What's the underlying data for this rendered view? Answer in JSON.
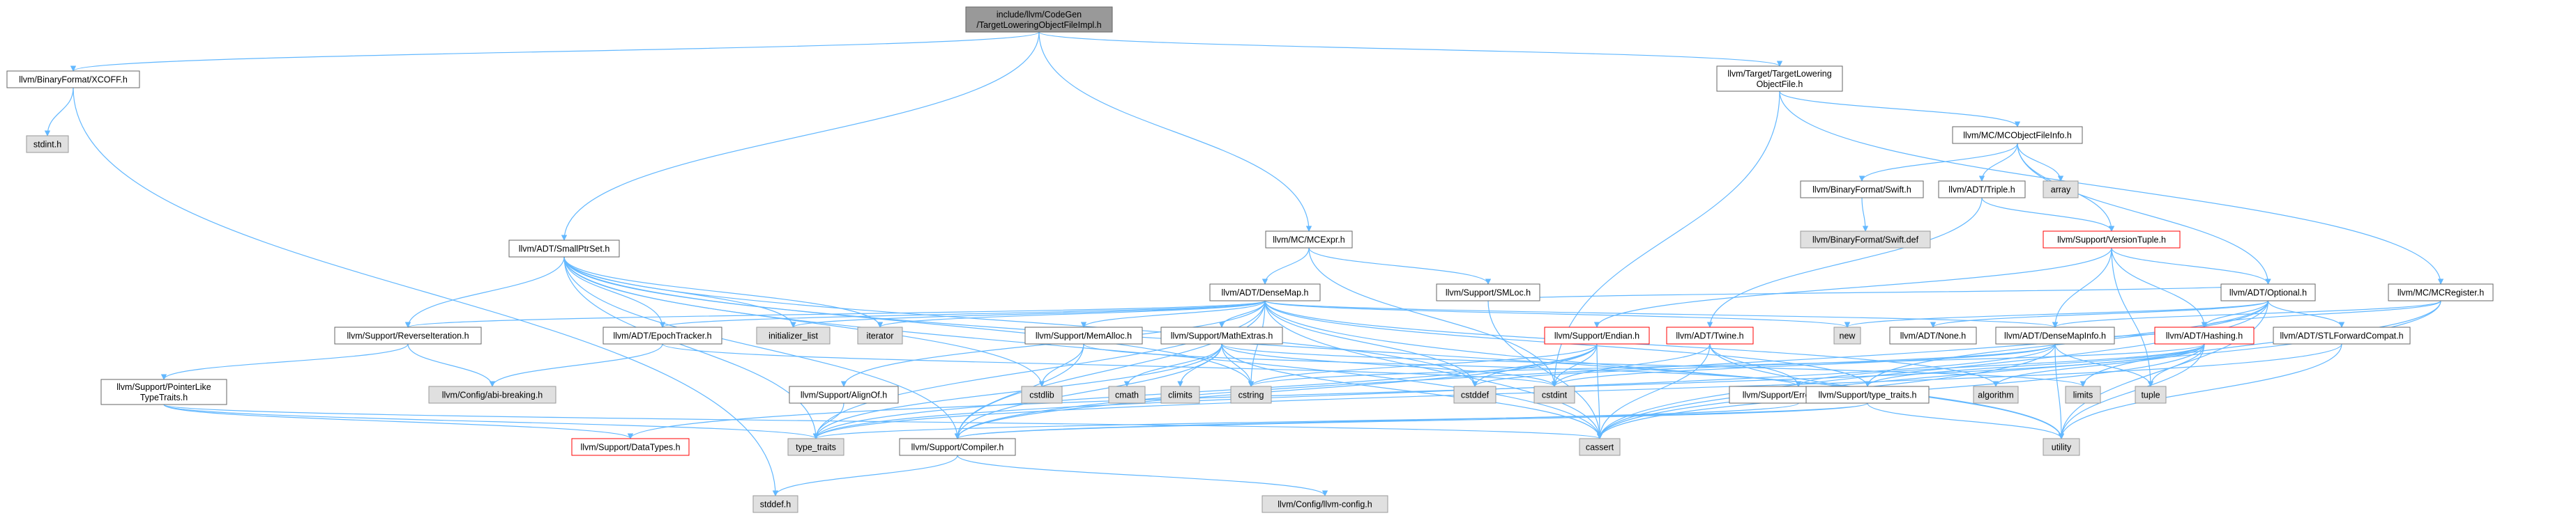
{
  "colors": {
    "background": "#ffffff",
    "edge": "#63b8ff",
    "edge_dark": "#404040",
    "root_fill": "#999999",
    "root_stroke": "#666666",
    "node_fill": "#ffffff",
    "node_stroke": "#666666",
    "sys_fill": "#e0e0e0",
    "sys_stroke": "#999999",
    "red": "#ff0000"
  },
  "nodes": {
    "root": {
      "lines": [
        "include/llvm/CodeGen",
        "/TargetLoweringObjectFileImpl.h"
      ],
      "kind": "root"
    },
    "xcoff": {
      "lines": [
        "llvm/BinaryFormat/XCOFF.h"
      ],
      "kind": "normal"
    },
    "stdint_h": {
      "lines": [
        "stdint.h"
      ],
      "kind": "system"
    },
    "tlof": {
      "lines": [
        "llvm/Target/TargetLowering",
        "ObjectFile.h"
      ],
      "kind": "normal"
    },
    "mcobjinfo": {
      "lines": [
        "llvm/MC/MCObjectFileInfo.h"
      ],
      "kind": "normal"
    },
    "swift_h": {
      "lines": [
        "llvm/BinaryFormat/Swift.h"
      ],
      "kind": "normal"
    },
    "triple": {
      "lines": [
        "llvm/ADT/Triple.h"
      ],
      "kind": "normal"
    },
    "array": {
      "lines": [
        "array"
      ],
      "kind": "system"
    },
    "swift_def": {
      "lines": [
        "llvm/BinaryFormat/Swift.def"
      ],
      "kind": "system"
    },
    "versiontuple": {
      "lines": [
        "llvm/Support/VersionTuple.h"
      ],
      "kind": "red"
    },
    "mcexpr": {
      "lines": [
        "llvm/MC/MCExpr.h"
      ],
      "kind": "normal"
    },
    "smallptrset": {
      "lines": [
        "llvm/ADT/SmallPtrSet.h"
      ],
      "kind": "normal"
    },
    "densemap": {
      "lines": [
        "llvm/ADT/DenseMap.h"
      ],
      "kind": "normal"
    },
    "smloc": {
      "lines": [
        "llvm/Support/SMLoc.h"
      ],
      "kind": "normal"
    },
    "optional": {
      "lines": [
        "llvm/ADT/Optional.h"
      ],
      "kind": "normal"
    },
    "mcregister": {
      "lines": [
        "llvm/MC/MCRegister.h"
      ],
      "kind": "normal"
    },
    "reverseiter": {
      "lines": [
        "llvm/Support/ReverseIteration.h"
      ],
      "kind": "normal"
    },
    "epochtracker": {
      "lines": [
        "llvm/ADT/EpochTracker.h"
      ],
      "kind": "normal"
    },
    "initlist": {
      "lines": [
        "initializer_list"
      ],
      "kind": "system"
    },
    "iterator": {
      "lines": [
        "iterator"
      ],
      "kind": "system"
    },
    "memalloc": {
      "lines": [
        "llvm/Support/MemAlloc.h"
      ],
      "kind": "normal"
    },
    "mathextras": {
      "lines": [
        "llvm/Support/MathExtras.h"
      ],
      "kind": "normal"
    },
    "endian": {
      "lines": [
        "llvm/Support/Endian.h"
      ],
      "kind": "red"
    },
    "twine": {
      "lines": [
        "llvm/ADT/Twine.h"
      ],
      "kind": "red"
    },
    "new": {
      "lines": [
        "new"
      ],
      "kind": "system"
    },
    "none": {
      "lines": [
        "llvm/ADT/None.h"
      ],
      "kind": "normal"
    },
    "densemapinfo": {
      "lines": [
        "llvm/ADT/DenseMapInfo.h"
      ],
      "kind": "normal"
    },
    "hashing": {
      "lines": [
        "llvm/ADT/Hashing.h"
      ],
      "kind": "red"
    },
    "stlfwd": {
      "lines": [
        "llvm/ADT/STLForwardCompat.h"
      ],
      "kind": "normal"
    },
    "ptrlike": {
      "lines": [
        "llvm/Support/PointerLike",
        "TypeTraits.h"
      ],
      "kind": "normal"
    },
    "abibreaking": {
      "lines": [
        "llvm/Config/abi-breaking.h"
      ],
      "kind": "system"
    },
    "cstdlib": {
      "lines": [
        "cstdlib"
      ],
      "kind": "system"
    },
    "cmath": {
      "lines": [
        "cmath"
      ],
      "kind": "system"
    },
    "climits": {
      "lines": [
        "climits"
      ],
      "kind": "system"
    },
    "cstring": {
      "lines": [
        "cstring"
      ],
      "kind": "system"
    },
    "cstddef": {
      "lines": [
        "cstddef"
      ],
      "kind": "system"
    },
    "cstdint": {
      "lines": [
        "cstdint"
      ],
      "kind": "system"
    },
    "errorhandling": {
      "lines": [
        "llvm/Support/ErrorHandling.h"
      ],
      "kind": "normal"
    },
    "algorithm": {
      "lines": [
        "algorithm"
      ],
      "kind": "system"
    },
    "limits": {
      "lines": [
        "limits"
      ],
      "kind": "system"
    },
    "tuple": {
      "lines": [
        "tuple"
      ],
      "kind": "system"
    },
    "alignof": {
      "lines": [
        "llvm/Support/AlignOf.h"
      ],
      "kind": "normal"
    },
    "typetraits": {
      "lines": [
        "llvm/Support/type_traits.h"
      ],
      "kind": "normal"
    },
    "datatypes": {
      "lines": [
        "llvm/Support/DataTypes.h"
      ],
      "kind": "red"
    },
    "type_traits": {
      "lines": [
        "type_traits"
      ],
      "kind": "system"
    },
    "compiler": {
      "lines": [
        "llvm/Support/Compiler.h"
      ],
      "kind": "normal"
    },
    "cassert": {
      "lines": [
        "cassert"
      ],
      "kind": "system"
    },
    "utility": {
      "lines": [
        "utility"
      ],
      "kind": "system"
    },
    "stddef_h": {
      "lines": [
        "stddef.h"
      ],
      "kind": "system"
    },
    "llvmconfig": {
      "lines": [
        "llvm/Config/llvm-config.h"
      ],
      "kind": "system"
    }
  },
  "edges": [
    [
      "root",
      "xcoff"
    ],
    [
      "root",
      "smallptrset"
    ],
    [
      "root",
      "mcexpr"
    ],
    [
      "root",
      "tlof"
    ],
    [
      "xcoff",
      "stdint_h"
    ],
    [
      "xcoff",
      "stddef_h"
    ],
    [
      "tlof",
      "mcobjinfo"
    ],
    [
      "tlof",
      "mcregister"
    ],
    [
      "tlof",
      "cstdint"
    ],
    [
      "mcobjinfo",
      "swift_h"
    ],
    [
      "mcobjinfo",
      "triple"
    ],
    [
      "mcobjinfo",
      "array"
    ],
    [
      "mcobjinfo",
      "versiontuple"
    ],
    [
      "mcobjinfo",
      "optional"
    ],
    [
      "swift_h",
      "swift_def"
    ],
    [
      "triple",
      "versiontuple"
    ],
    [
      "triple",
      "twine"
    ],
    [
      "versiontuple",
      "optional"
    ],
    [
      "versiontuple",
      "densemapinfo"
    ],
    [
      "versiontuple",
      "hashing"
    ],
    [
      "versiontuple",
      "endian"
    ],
    [
      "versiontuple",
      "tuple"
    ],
    [
      "mcexpr",
      "densemap"
    ],
    [
      "mcexpr",
      "smloc"
    ],
    [
      "mcexpr",
      "cstdint"
    ],
    [
      "smloc",
      "optional"
    ],
    [
      "smloc",
      "cassert"
    ],
    [
      "smallptrset",
      "epochtracker"
    ],
    [
      "smallptrset",
      "reverseiter"
    ],
    [
      "smallptrset",
      "initlist"
    ],
    [
      "smallptrset",
      "iterator"
    ],
    [
      "smallptrset",
      "cstdlib"
    ],
    [
      "smallptrset",
      "cstring"
    ],
    [
      "smallptrset",
      "cstddef"
    ],
    [
      "smallptrset",
      "type_traits"
    ],
    [
      "smallptrset",
      "utility"
    ],
    [
      "smallptrset",
      "compiler"
    ],
    [
      "smallptrset",
      "cassert"
    ],
    [
      "densemap",
      "reverseiter"
    ],
    [
      "densemap",
      "epochtracker"
    ],
    [
      "densemap",
      "initlist"
    ],
    [
      "densemap",
      "iterator"
    ],
    [
      "densemap",
      "memalloc"
    ],
    [
      "densemap",
      "mathextras"
    ],
    [
      "densemap",
      "alignof"
    ],
    [
      "densemap",
      "densemapinfo"
    ],
    [
      "densemap",
      "typetraits"
    ],
    [
      "densemap",
      "new"
    ],
    [
      "densemap",
      "algorithm"
    ],
    [
      "densemap",
      "cstring"
    ],
    [
      "densemap",
      "cstddef"
    ],
    [
      "densemap",
      "type_traits"
    ],
    [
      "densemap",
      "utility"
    ],
    [
      "densemap",
      "compiler"
    ],
    [
      "densemap",
      "cassert"
    ],
    [
      "reverseiter",
      "abibreaking"
    ],
    [
      "reverseiter",
      "ptrlike"
    ],
    [
      "epochtracker",
      "abibreaking"
    ],
    [
      "epochtracker",
      "cstdint"
    ],
    [
      "ptrlike",
      "datatypes"
    ],
    [
      "ptrlike",
      "cassert"
    ],
    [
      "ptrlike",
      "type_traits"
    ],
    [
      "memalloc",
      "compiler"
    ],
    [
      "memalloc",
      "errorhandling"
    ],
    [
      "memalloc",
      "cstdlib"
    ],
    [
      "mathextras",
      "compiler"
    ],
    [
      "mathextras",
      "cassert"
    ],
    [
      "mathextras",
      "climits"
    ],
    [
      "mathextras",
      "cmath"
    ],
    [
      "mathextras",
      "cstdint"
    ],
    [
      "mathextras",
      "cstring"
    ],
    [
      "mathextras",
      "limits"
    ],
    [
      "mathextras",
      "type_traits"
    ],
    [
      "alignof",
      "type_traits"
    ],
    [
      "optional",
      "none"
    ],
    [
      "optional",
      "hashing"
    ],
    [
      "optional",
      "stlfwd"
    ],
    [
      "optional",
      "typetraits"
    ],
    [
      "optional",
      "compiler"
    ],
    [
      "optional",
      "cassert"
    ],
    [
      "optional",
      "new"
    ],
    [
      "optional",
      "utility"
    ],
    [
      "mcregister",
      "densemapinfo"
    ],
    [
      "mcregister",
      "hashing"
    ],
    [
      "mcregister",
      "cassert"
    ],
    [
      "mcregister",
      "limits"
    ],
    [
      "endian",
      "compiler"
    ],
    [
      "endian",
      "cassert"
    ],
    [
      "endian",
      "cstddef"
    ],
    [
      "endian",
      "cstdint"
    ],
    [
      "endian",
      "cstring"
    ],
    [
      "endian",
      "type_traits"
    ],
    [
      "twine",
      "errorhandling"
    ],
    [
      "twine",
      "cassert"
    ],
    [
      "twine",
      "cstdint"
    ],
    [
      "twine",
      "utility"
    ],
    [
      "densemapinfo",
      "hashing"
    ],
    [
      "densemapinfo",
      "cassert"
    ],
    [
      "densemapinfo",
      "cstddef"
    ],
    [
      "densemapinfo",
      "cstdint"
    ],
    [
      "densemapinfo",
      "tuple"
    ],
    [
      "densemapinfo",
      "type_traits"
    ],
    [
      "densemapinfo",
      "utility"
    ],
    [
      "hashing",
      "errorhandling"
    ],
    [
      "hashing",
      "typetraits"
    ],
    [
      "hashing",
      "algorithm"
    ],
    [
      "hashing",
      "cassert"
    ],
    [
      "hashing",
      "cstring"
    ],
    [
      "hashing",
      "tuple"
    ],
    [
      "hashing",
      "utility"
    ],
    [
      "hashing",
      "datatypes"
    ],
    [
      "stlfwd",
      "type_traits"
    ],
    [
      "stlfwd",
      "utility"
    ],
    [
      "errorhandling",
      "compiler"
    ],
    [
      "typetraits",
      "compiler"
    ],
    [
      "typetraits",
      "type_traits"
    ],
    [
      "typetraits",
      "utility"
    ],
    [
      "compiler",
      "llvmconfig"
    ],
    [
      "compiler",
      "stddef_h"
    ]
  ]
}
